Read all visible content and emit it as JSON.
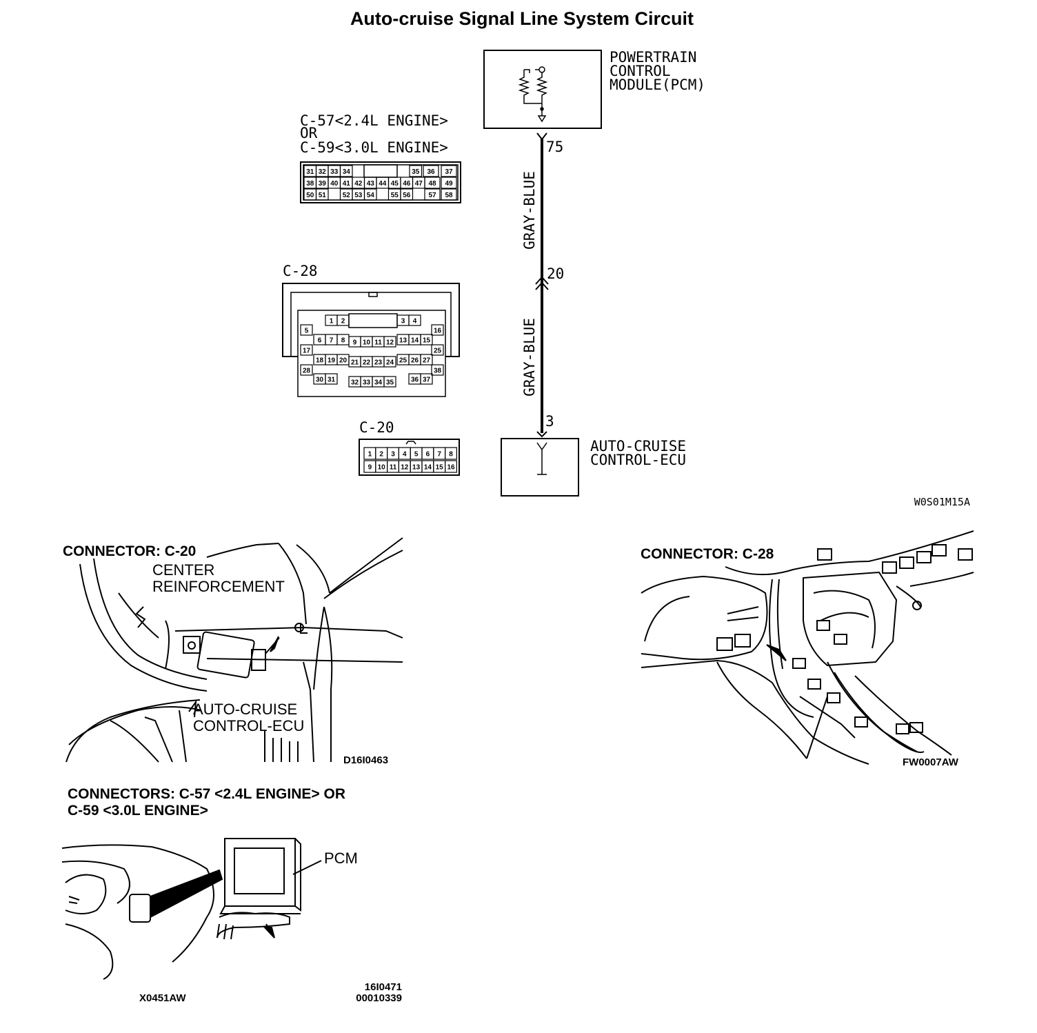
{
  "title": "Auto-cruise Signal Line System Circuit",
  "pcm": {
    "line1": "POWERTRAIN",
    "line2": "CONTROL",
    "line3": "MODULE(PCM)"
  },
  "ecu": {
    "line1": "AUTO-CRUISE",
    "line2": "CONTROL-ECU"
  },
  "wire": {
    "pin_pcm": "75",
    "pin_joint": "20",
    "pin_ecu": "3",
    "color_upper": "GRAY-BLUE",
    "color_lower": "GRAY-BLUE"
  },
  "connector_c57": {
    "line1": "C-57<2.4L ENGINE>",
    "line2": "OR",
    "line3": "C-59<3.0L ENGINE>",
    "row1": [
      "31",
      "32",
      "33",
      "34",
      "35",
      "36",
      "37"
    ],
    "row2": [
      "38",
      "39",
      "40",
      "41",
      "42",
      "43",
      "44",
      "45",
      "46",
      "47",
      "48",
      "49"
    ],
    "row3": [
      "50",
      "51",
      "52",
      "53",
      "54",
      "55",
      "56",
      "57",
      "58"
    ]
  },
  "connector_c28": {
    "label": "C-28",
    "pins": [
      "1",
      "2",
      "3",
      "4",
      "5",
      "16",
      "6",
      "7",
      "8",
      "9",
      "10",
      "11",
      "12",
      "13",
      "14",
      "15",
      "17",
      "25",
      "18",
      "19",
      "20",
      "21",
      "22",
      "23",
      "24",
      "25",
      "26",
      "27",
      "28",
      "38",
      "30",
      "31",
      "32",
      "33",
      "34",
      "35",
      "36",
      "37"
    ]
  },
  "connector_c20": {
    "label": "C-20",
    "row1": [
      "1",
      "2",
      "3",
      "4",
      "5",
      "6",
      "7",
      "8"
    ],
    "row2": [
      "9",
      "10",
      "11",
      "12",
      "13",
      "14",
      "15",
      "16"
    ]
  },
  "diagram_code": "W0S01M15A",
  "panel_c20": {
    "header": "CONNECTOR: C-20",
    "label_center_1": "CENTER",
    "label_center_2": "REINFORCEMENT",
    "label_ecu_1": "AUTO-CRUISE",
    "label_ecu_2": "CONTROL-ECU",
    "code": "D16I0463"
  },
  "panel_c28": {
    "header": "CONNECTOR: C-28",
    "code": "FW0007AW"
  },
  "panel_pcm": {
    "header_1": "CONNECTORS: C-57 <2.4L ENGINE> OR",
    "header_2": "C-59 <3.0L ENGINE>",
    "label_pcm": "PCM",
    "code_left": "X0451AW",
    "code_right_1": "16I0471",
    "code_right_2": "00010339"
  },
  "colors": {
    "ink": "#000000",
    "paper": "#ffffff"
  }
}
